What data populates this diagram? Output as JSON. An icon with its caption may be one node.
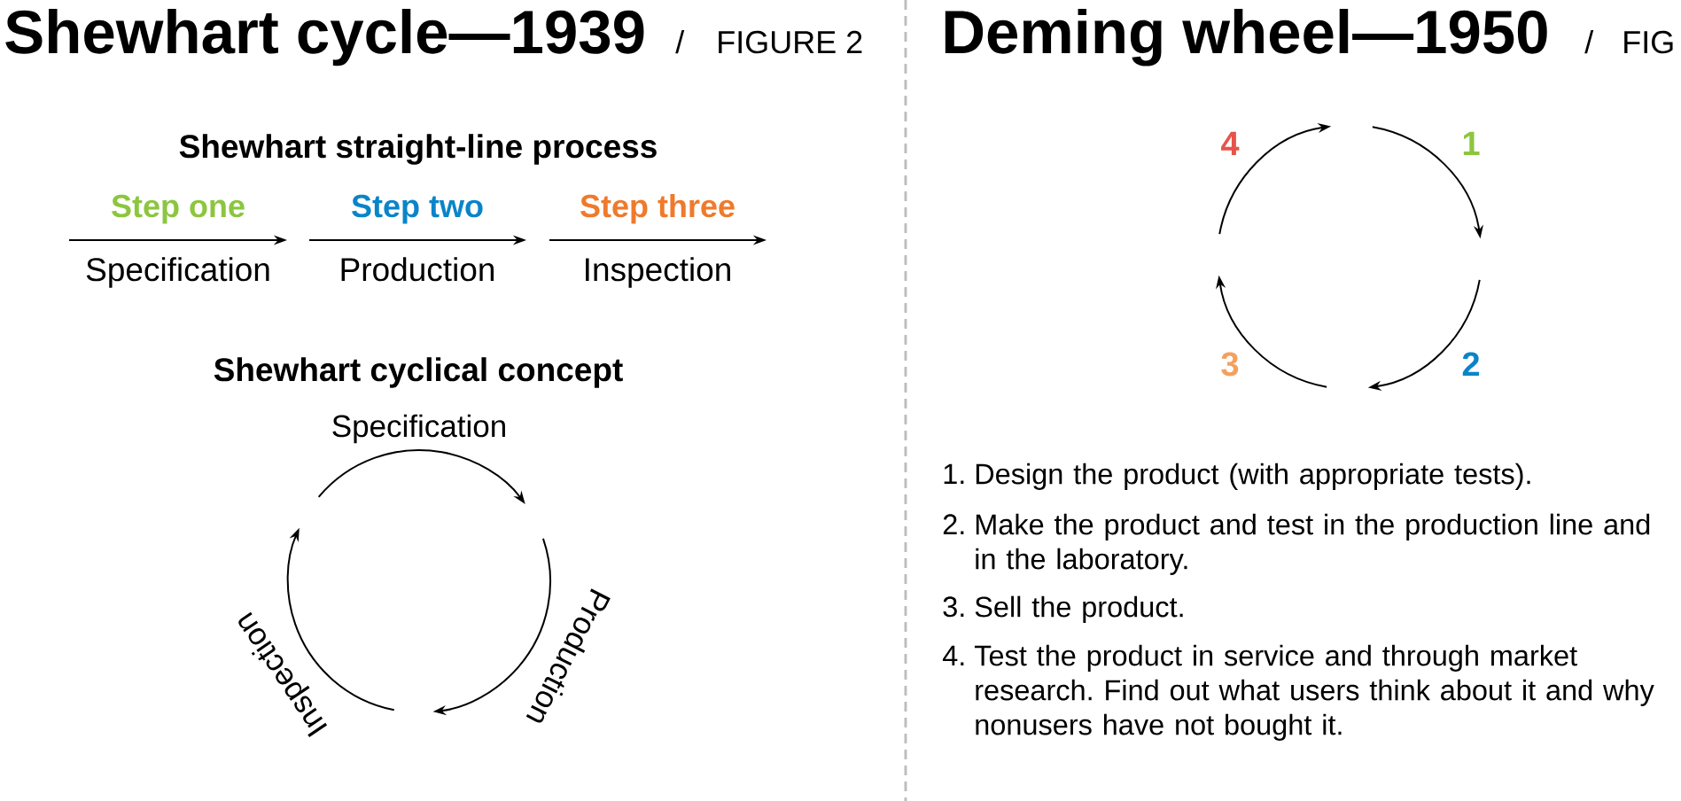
{
  "diagram": {
    "labels": [
      "Shewhart cycle—1939",
      "/",
      "FIGURE 2",
      "Shewhart straight-line process",
      "Step one",
      "Step two",
      "Step three",
      "Specification",
      "Production",
      "Inspection",
      "Shewhart cyclical concept",
      "Specification",
      "Inspection",
      "Production",
      "Deming wheel—1950",
      "/",
      "FIG",
      "4",
      "1",
      "3",
      "2",
      "1.",
      "Design the product (with appropriate tests).",
      "2.",
      "Make the product and test in the production line and in the laboratory.",
      "3.",
      "Sell the product.",
      "4.",
      "Test the product in service and through market research. Find out what users think about it and why nonusers have not bought it."
    ]
  }
}
